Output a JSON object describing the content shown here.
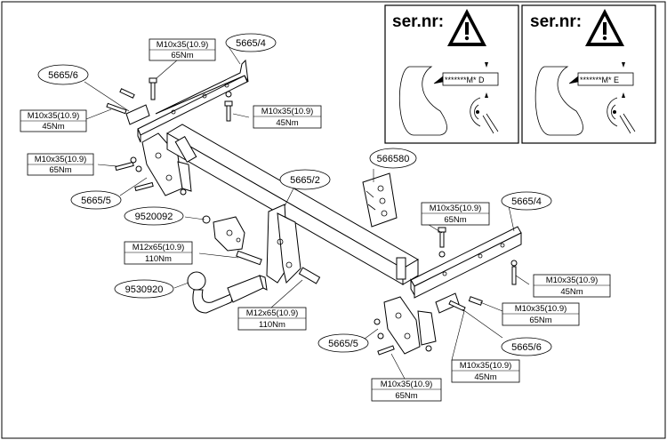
{
  "warning_panels": [
    {
      "title": "ser.nr:",
      "code": "*******M* D"
    },
    {
      "title": "ser.nr:",
      "code": "*******M* E"
    }
  ],
  "callouts": {
    "c_5665_4_top": "5665/4",
    "c_5665_6_top": "5665/6",
    "c_5665_5_left": "5665/5",
    "c_5665_2": "5665/2",
    "c_566580": "566580",
    "c_9520092": "9520092",
    "c_9530920": "9530920",
    "c_5665_4_right": "5665/4",
    "c_5665_5_bottom": "5665/5",
    "c_5665_6_bottom": "5665/6"
  },
  "torque_labels": {
    "t1": {
      "bolt": "M10x35(10.9)",
      "torque": "65Nm"
    },
    "t2": {
      "bolt": "M10x35(10.9)",
      "torque": "45Nm"
    },
    "t3": {
      "bolt": "M10x35(10.9)",
      "torque": "45Nm"
    },
    "t4": {
      "bolt": "M10x35(10.9)",
      "torque": "65Nm"
    },
    "t5": {
      "bolt": "M12x65(10.9)",
      "torque": "110Nm"
    },
    "t6": {
      "bolt": "M12x65(10.9)",
      "torque": "110Nm"
    },
    "t7": {
      "bolt": "M10x35(10.9)",
      "torque": "65Nm"
    },
    "t8": {
      "bolt": "M10x35(10.9)",
      "torque": "45Nm"
    },
    "t9": {
      "bolt": "M10x35(10.9)",
      "torque": "65Nm"
    },
    "t10": {
      "bolt": "M10x35(10.9)",
      "torque": "45Nm"
    },
    "t11": {
      "bolt": "M10x35(10.9)",
      "torque": "65Nm"
    }
  }
}
